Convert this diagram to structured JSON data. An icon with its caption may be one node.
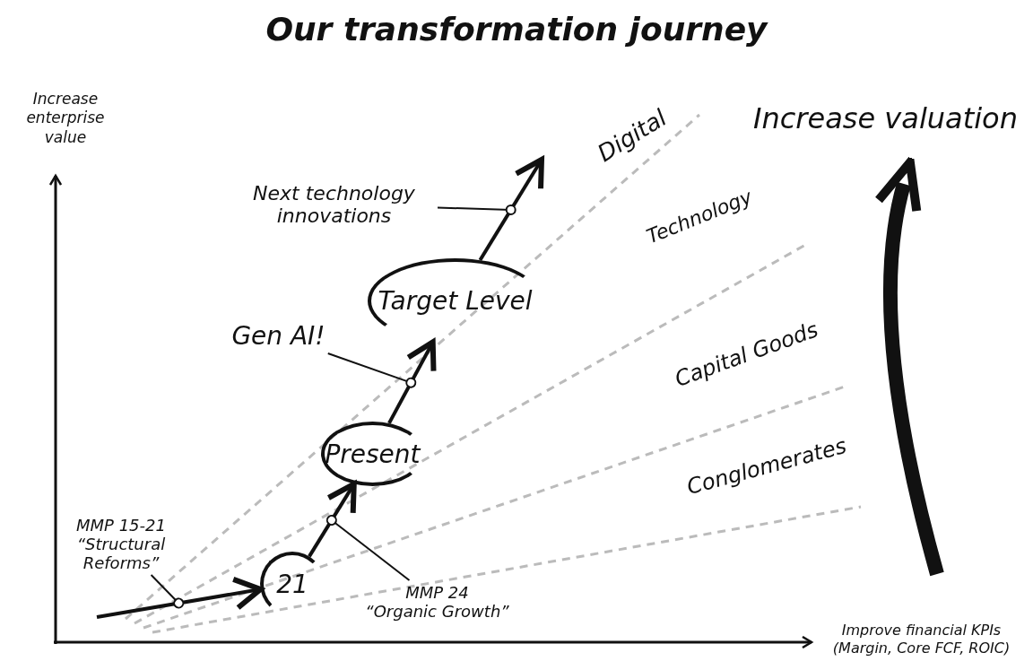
{
  "diagram": {
    "title": "Our transformation journey",
    "nodes": [
      {
        "text": [
          "21"
        ]
      },
      {
        "text": [
          "Present"
        ]
      },
      {
        "text": [
          "Target Level"
        ]
      },
      {
        "text": [
          "MMP 15-21",
          "“Structural Reforms”"
        ]
      },
      {
        "text": [
          "MMP 24",
          "“Organic Growth”"
        ]
      },
      {
        "text": [
          "Gen AI!"
        ]
      },
      {
        "text": [
          "Next technology innovations"
        ]
      }
    ],
    "edges": [
      {
        "from": null,
        "to": 0,
        "arrow": "to",
        "style": "thick"
      },
      {
        "from": 0,
        "to": 1,
        "arrow": "to",
        "style": "thick"
      },
      {
        "from": 1,
        "to": 2,
        "arrow": "to",
        "style": "thick"
      },
      {
        "from": 2,
        "to": null,
        "arrow": "to",
        "style": "thick"
      },
      {
        "from": 3,
        "to": null,
        "arrow": "other"
      },
      {
        "from": 4,
        "to": null,
        "arrow": "other"
      },
      {
        "from": 5,
        "to": null,
        "arrow": "other"
      },
      {
        "from": 6,
        "to": null,
        "arrow": "other"
      }
    ],
    "labels": [
      "Increase enterprise value",
      "Digital",
      "Increase valuation",
      "Technology",
      "Capital Goods",
      "Conglomerates",
      "Improve financial KPIs (Margin, Core FCF, ROIC)"
    ]
  }
}
